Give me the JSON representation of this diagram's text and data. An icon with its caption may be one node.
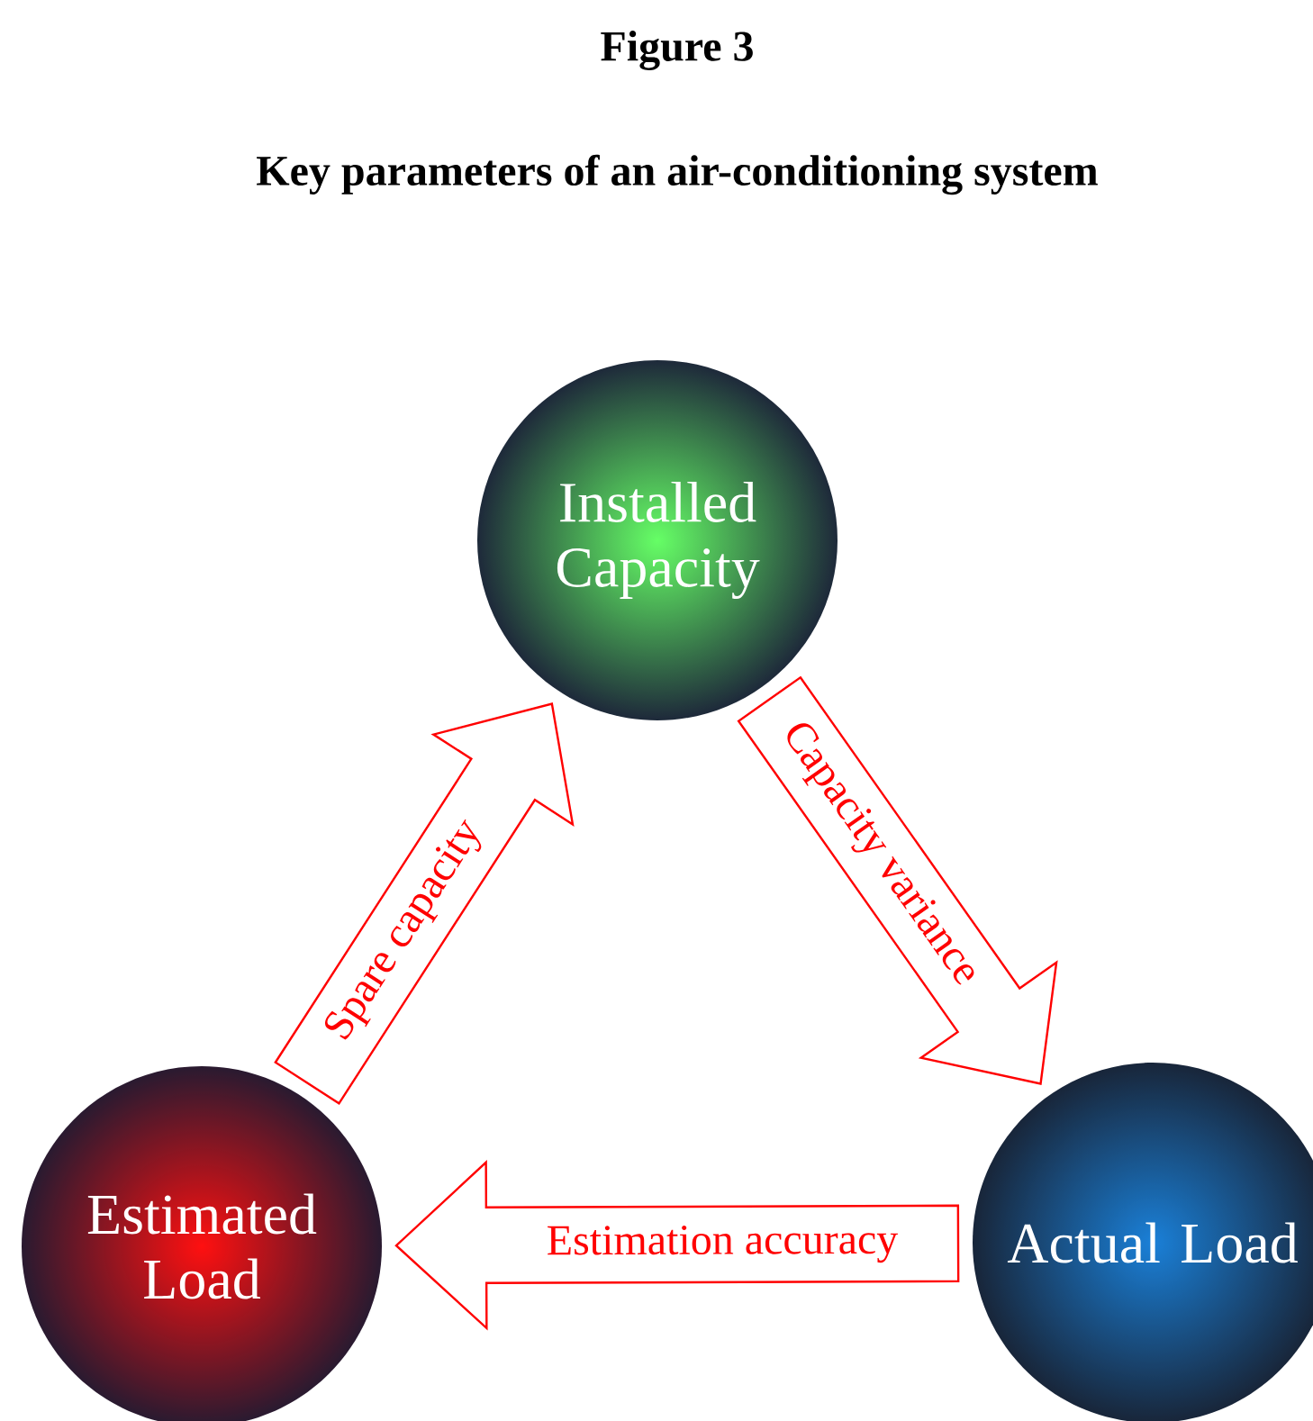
{
  "diagram": {
    "title": "Figure 3",
    "nodes": [
      {
        "text": [
          "Installed Capacity"
        ]
      },
      {
        "text": [
          "Estimated Load"
        ]
      },
      {
        "text": [
          "Actual Load"
        ]
      }
    ],
    "edges": [
      {
        "from": 1,
        "to": 0,
        "arrow": "to",
        "label": "Spare capacity"
      },
      {
        "from": 0,
        "to": 2,
        "arrow": "to",
        "label": "Capacity variance"
      },
      {
        "from": 2,
        "to": 1,
        "arrow": "to",
        "label": "Estimation accuracy"
      }
    ],
    "labels": [
      "Key parameters of an air-conditioning system"
    ]
  }
}
